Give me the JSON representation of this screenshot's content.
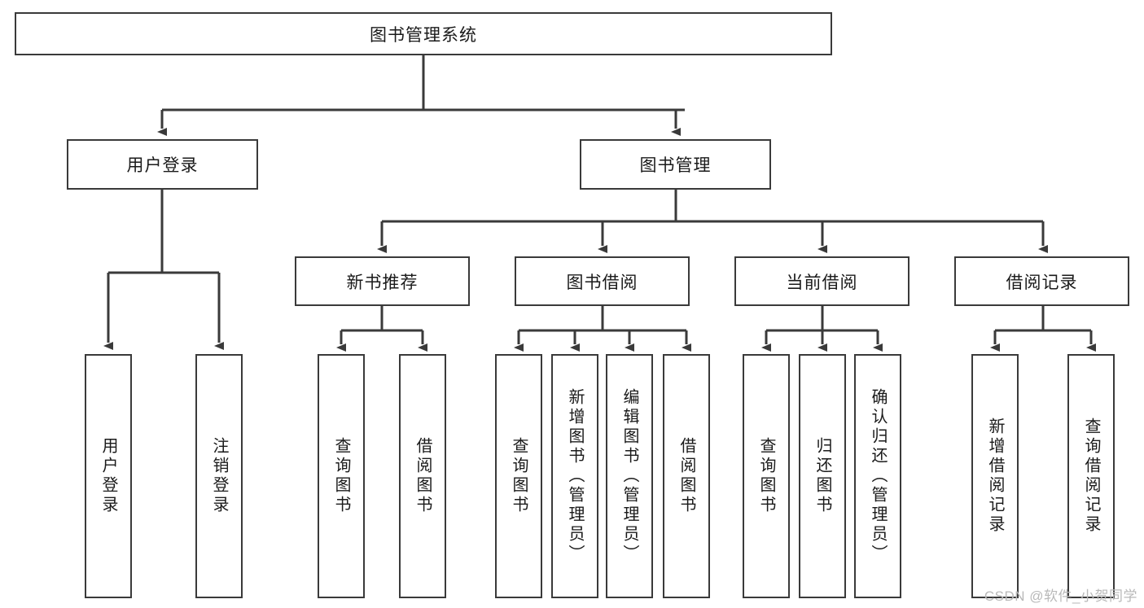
{
  "diagram": {
    "title": "图书管理系统",
    "watermark": "CSDN @软件_小贺同学",
    "colors": {
      "stroke": "#3a3a3a",
      "fill": "#ffffff",
      "text": "#1a1a1a",
      "watermark": "#b9b9b9"
    },
    "root": {
      "label": "图书管理系统"
    },
    "level2": [
      {
        "label": "用户登录"
      },
      {
        "label": "图书管理"
      }
    ],
    "level3": [
      {
        "label": "新书推荐"
      },
      {
        "label": "图书借阅"
      },
      {
        "label": "当前借阅"
      },
      {
        "label": "借阅记录"
      }
    ],
    "leaves": {
      "user_login": [
        {
          "label": "用户登录"
        },
        {
          "label": "注销登录"
        }
      ],
      "new_book_recommend": [
        {
          "label": "查询图书"
        },
        {
          "label": "借阅图书"
        }
      ],
      "book_borrow": [
        {
          "label": "查询图书"
        },
        {
          "label": "新增图书（管理员）"
        },
        {
          "label": "编辑图书（管理员）"
        },
        {
          "label": "借阅图书"
        }
      ],
      "current_borrow": [
        {
          "label": "查询图书"
        },
        {
          "label": "归还图书"
        },
        {
          "label": "确认归还（管理员）"
        }
      ],
      "borrow_record": [
        {
          "label": "新增借阅记录"
        },
        {
          "label": "查询借阅记录"
        }
      ]
    }
  }
}
